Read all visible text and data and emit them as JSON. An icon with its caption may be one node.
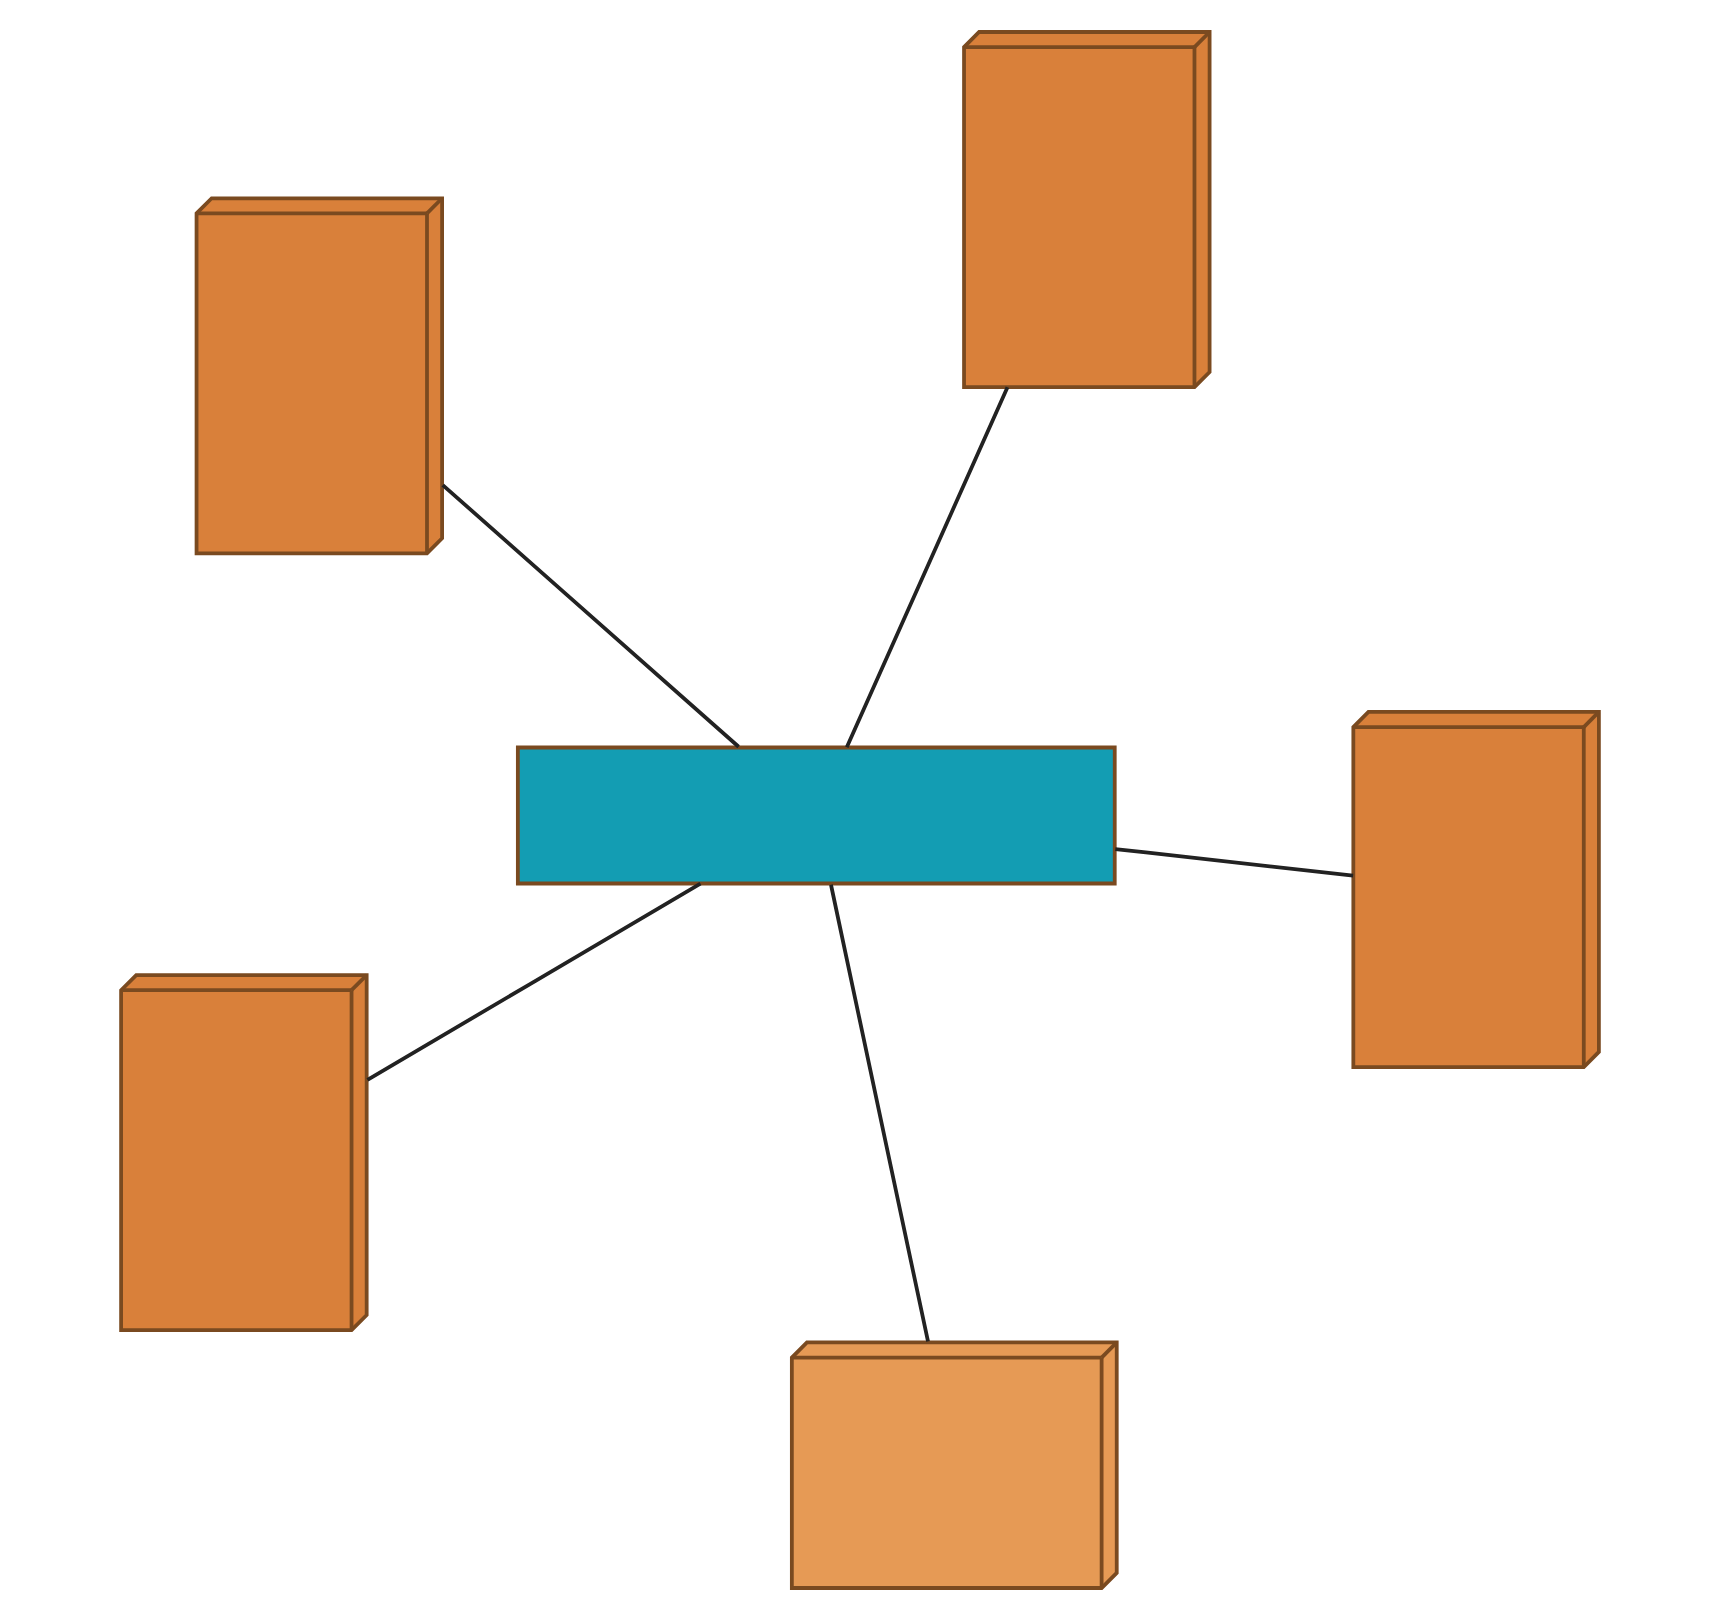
{
  "diagram": {
    "nodes": [
      {
        "text": [],
        "shape": "server"
      },
      {
        "text": [],
        "shape": "server"
      },
      {
        "text": [],
        "shape": "computer"
      },
      {
        "text": [],
        "shape": "switch"
      },
      {
        "text": [],
        "shape": "server"
      },
      {
        "text": [],
        "shape": "server"
      }
    ],
    "edges": [
      {
        "from": 2,
        "to": 3,
        "arrow": "none"
      },
      {
        "from": 3,
        "to": 0,
        "arrow": "none"
      },
      {
        "from": 3,
        "to": 1,
        "arrow": "none"
      },
      {
        "from": 3,
        "to": 4,
        "arrow": "none"
      },
      {
        "from": 3,
        "to": 5,
        "arrow": "none"
      }
    ]
  }
}
